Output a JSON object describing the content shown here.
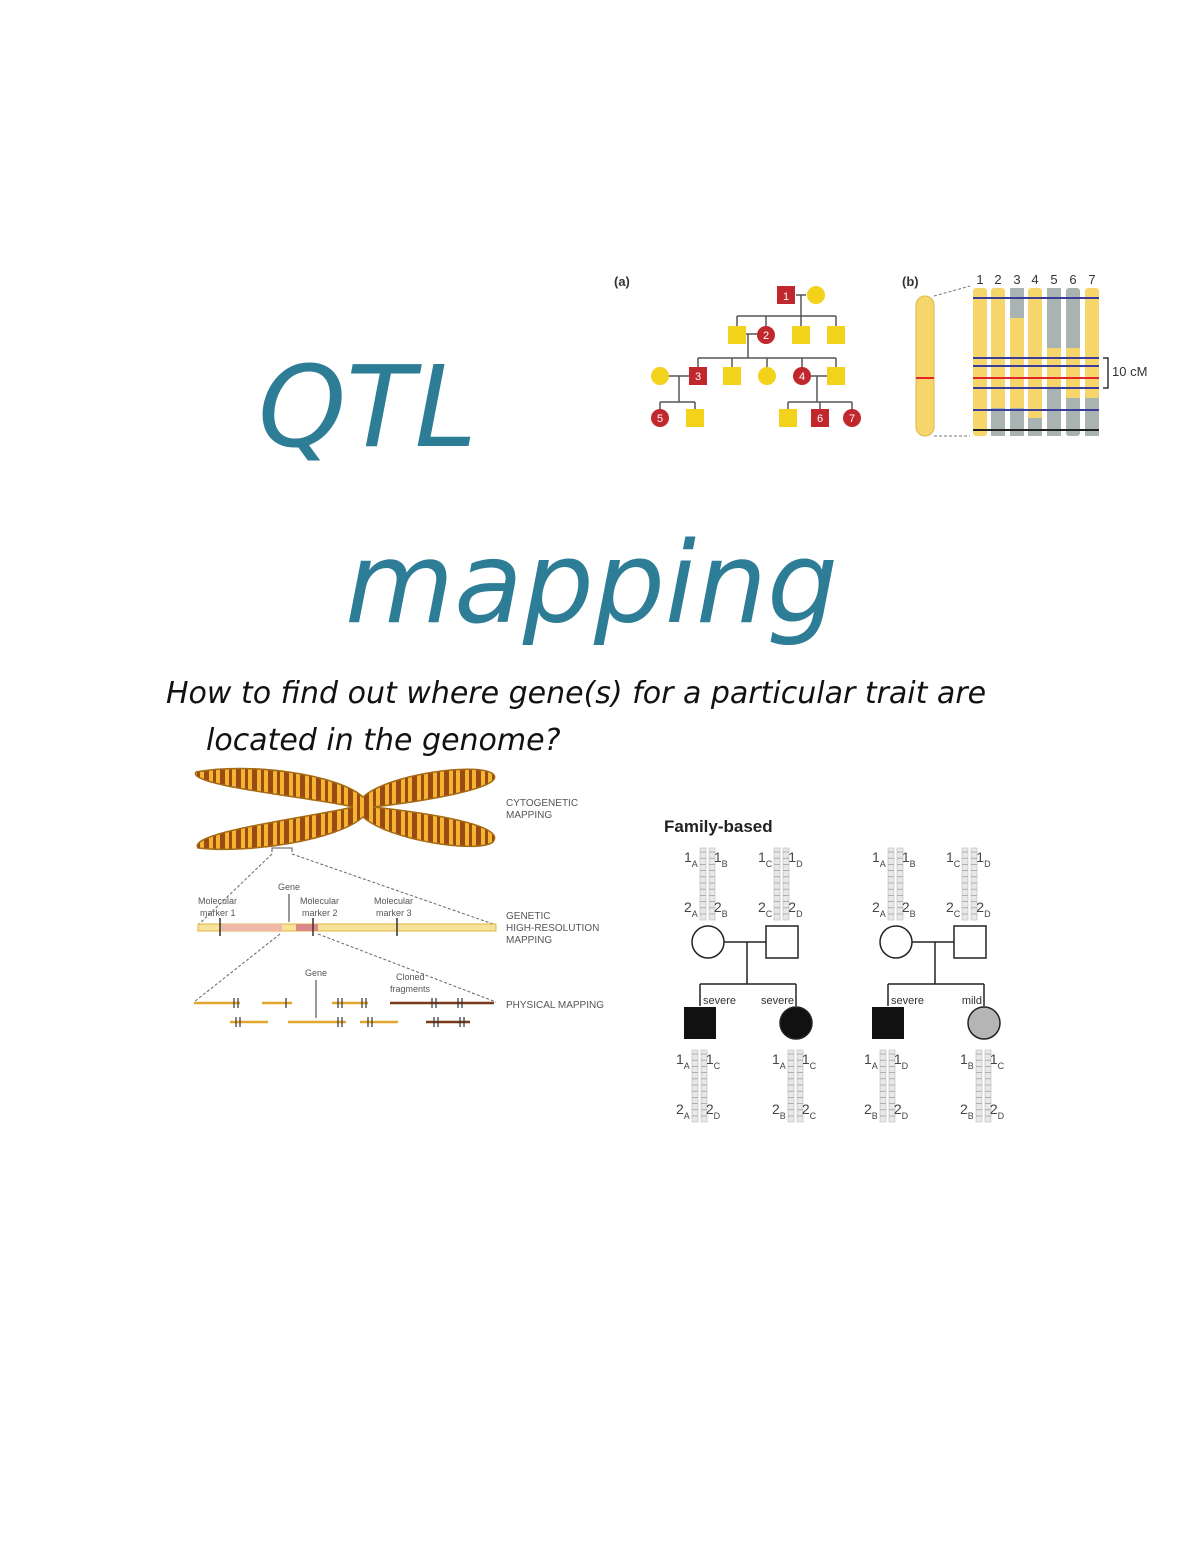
{
  "title": {
    "word1": "QTL",
    "word2": "mapping"
  },
  "subtitle": {
    "line1": "How to find out where gene(s) for a particular trait are",
    "line2": "located in the genome?"
  },
  "figure_pedigree": {
    "panel_a_label": "(a)",
    "panel_b_label": "(b)",
    "individuals": [
      "1",
      "2",
      "3",
      "4",
      "5",
      "6",
      "7"
    ],
    "chromosome_numbers": [
      "1",
      "2",
      "3",
      "4",
      "5",
      "6",
      "7"
    ],
    "scale_label": "10 cM",
    "colors": {
      "affected": "#c0282d",
      "unaffected": "#f2d21b",
      "chromosome": "#f6d66a",
      "grey": "#a9b3b1",
      "blue_band": "#3b3d9b",
      "red_band": "#e0262a"
    }
  },
  "figure_mapping": {
    "cytogenetic_label_1": "CYTOGENETIC",
    "cytogenetic_label_2": "MAPPING",
    "genetic_label_1": "GENETIC",
    "genetic_label_2": "HIGH-RESOLUTION",
    "genetic_label_3": "MAPPING",
    "physical_label": "PHYSICAL MAPPING",
    "gene_label_top": "Gene",
    "marker1_a": "Molecular",
    "marker1_b": "marker 1",
    "marker2_a": "Molecular",
    "marker2_b": "marker 2",
    "marker3_a": "Molecular",
    "marker3_b": "marker 3",
    "gene_label_bottom": "Gene",
    "cloned_a": "Cloned",
    "cloned_b": "fragments"
  },
  "figure_family": {
    "title": "Family-based",
    "left_family": {
      "parent1_top": [
        "1",
        "A",
        "1",
        "B"
      ],
      "parent1_bottom": [
        "2",
        "A",
        "2",
        "B"
      ],
      "parent2_top": [
        "1",
        "C",
        "1",
        "D"
      ],
      "parent2_bottom": [
        "2",
        "C",
        "2",
        "D"
      ],
      "child1_status": "severe",
      "child2_status": "severe",
      "child1_top": [
        "1",
        "A",
        "1",
        "C"
      ],
      "child1_bottom": [
        "2",
        "A",
        "2",
        "D"
      ],
      "child2_top": [
        "1",
        "A",
        "1",
        "C"
      ],
      "child2_bottom": [
        "2",
        "B",
        "2",
        "C"
      ]
    },
    "right_family": {
      "parent1_top": [
        "1",
        "A",
        "1",
        "B"
      ],
      "parent1_bottom": [
        "2",
        "A",
        "2",
        "B"
      ],
      "parent2_top": [
        "1",
        "C",
        "1",
        "D"
      ],
      "parent2_bottom": [
        "2",
        "C",
        "2",
        "D"
      ],
      "child1_status": "severe",
      "child2_status": "mild",
      "child1_top": [
        "1",
        "A",
        "1",
        "D"
      ],
      "child1_bottom": [
        "2",
        "B",
        "2",
        "D"
      ],
      "child2_top": [
        "1",
        "B",
        "1",
        "C"
      ],
      "child2_bottom": [
        "2",
        "B",
        "2",
        "D"
      ]
    }
  }
}
